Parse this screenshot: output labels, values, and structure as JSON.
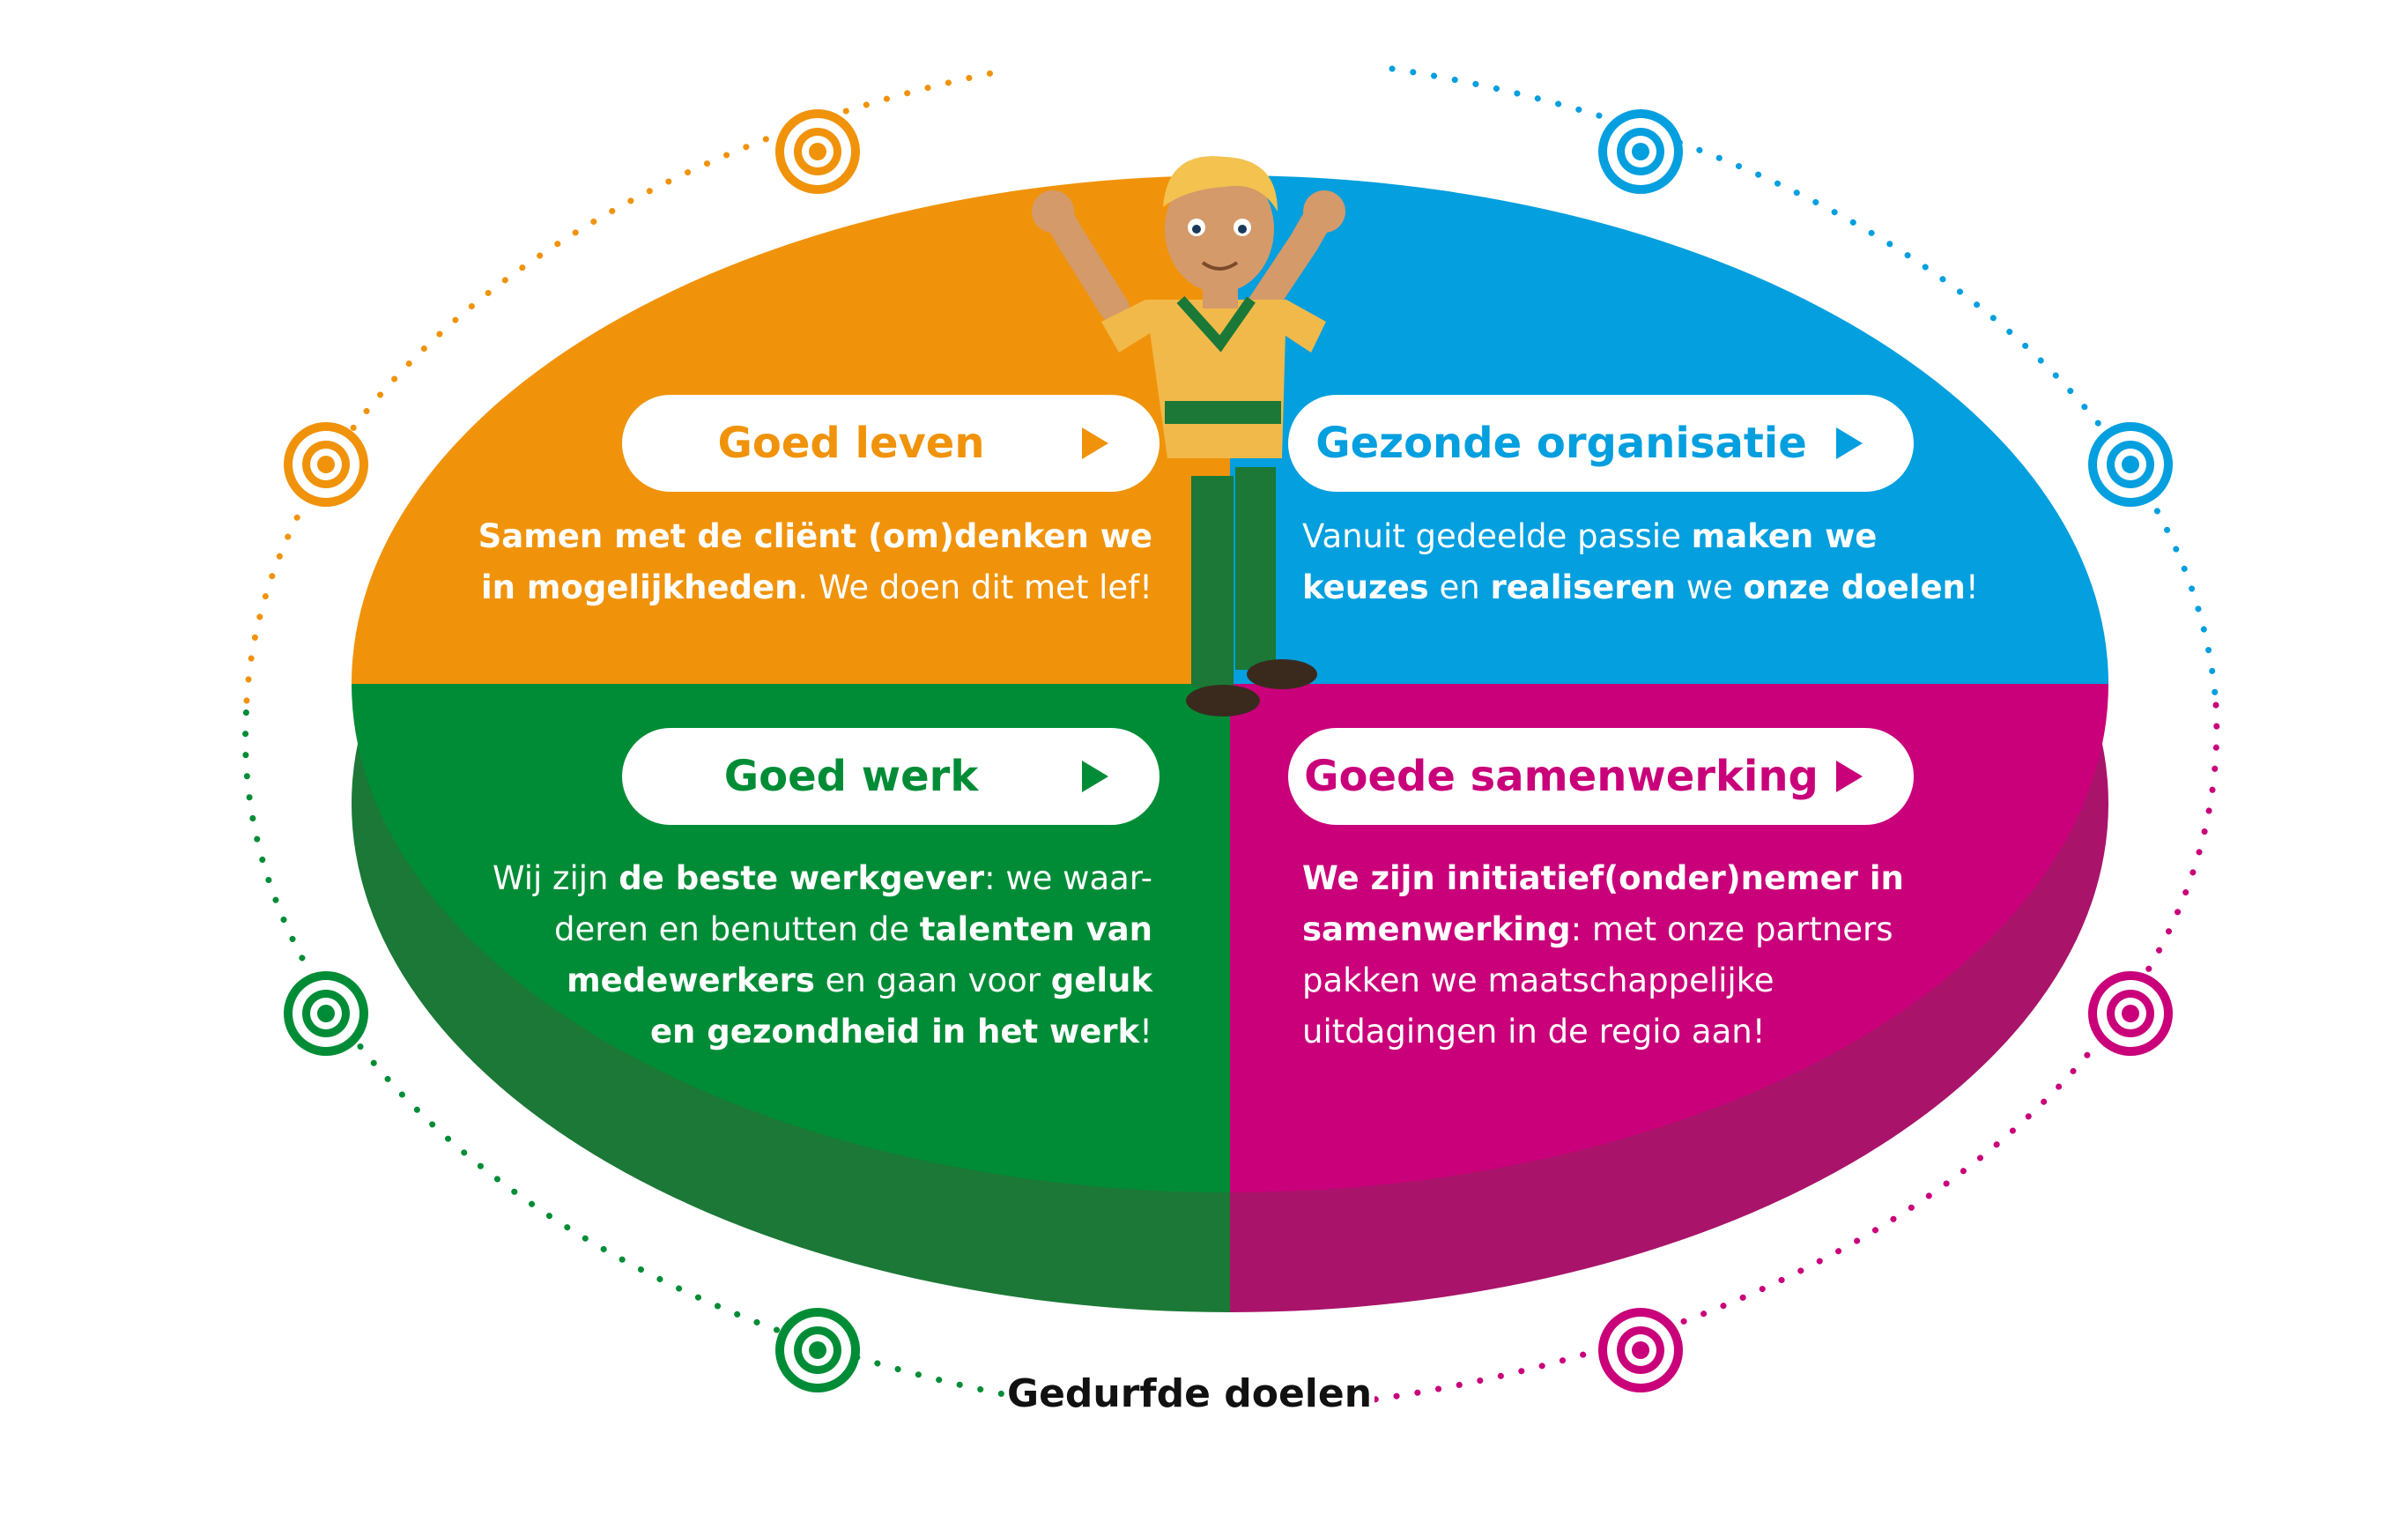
{
  "colors": {
    "orange": "#F0930B",
    "blue": "#039FDF",
    "green": "#008C36",
    "green_dark": "#1B7836",
    "magenta": "#C9007A",
    "magenta_dark": "#A9146A"
  },
  "quadrants": {
    "goed_leven": {
      "title": "Goed leven",
      "lines": [
        [
          {
            "t": "Samen met de cliënt (om)denken we",
            "b": true
          }
        ],
        [
          {
            "t": "in mogelijkheden",
            "b": true
          },
          {
            "t": ". We doen dit met lef!",
            "b": false
          }
        ]
      ]
    },
    "gezonde_organisatie": {
      "title": "Gezonde organisatie",
      "lines": [
        [
          {
            "t": "Vanuit gedeelde passie ",
            "b": false
          },
          {
            "t": "maken we",
            "b": true
          }
        ],
        [
          {
            "t": "keuzes",
            "b": true
          },
          {
            "t": " en ",
            "b": false
          },
          {
            "t": "realiseren",
            "b": true
          },
          {
            "t": " we ",
            "b": false
          },
          {
            "t": "onze doelen",
            "b": true
          },
          {
            "t": "!",
            "b": false
          }
        ]
      ]
    },
    "goed_werk": {
      "title": "Goed werk",
      "lines": [
        [
          {
            "t": "Wij zijn ",
            "b": false
          },
          {
            "t": "de beste werkgever",
            "b": true
          },
          {
            "t": ": we waar-",
            "b": false
          }
        ],
        [
          {
            "t": "deren en benutten de ",
            "b": false
          },
          {
            "t": "talenten van",
            "b": true
          }
        ],
        [
          {
            "t": "medewerkers",
            "b": true
          },
          {
            "t": " en gaan voor ",
            "b": false
          },
          {
            "t": "geluk",
            "b": true
          }
        ],
        [
          {
            "t": "en gezondheid in het werk",
            "b": true
          },
          {
            "t": "!",
            "b": false
          }
        ]
      ]
    },
    "goede_samenwerking": {
      "title": "Goede samenwerking",
      "lines": [
        [
          {
            "t": "We zijn initiatief(onder)nemer in",
            "b": true
          }
        ],
        [
          {
            "t": "samenwerking",
            "b": true
          },
          {
            "t": ": met onze partners",
            "b": false
          }
        ],
        [
          {
            "t": "pakken we maatschappelijke",
            "b": false
          }
        ],
        [
          {
            "t": "uitdagingen in de regio aan!",
            "b": false
          }
        ]
      ]
    }
  },
  "footer": {
    "label": "Gedurfde doelen"
  },
  "targets": [
    {
      "name": "target-icon-orange-top",
      "color": "orange"
    },
    {
      "name": "target-icon-orange-left",
      "color": "orange"
    },
    {
      "name": "target-icon-blue-top",
      "color": "blue"
    },
    {
      "name": "target-icon-blue-right",
      "color": "blue"
    },
    {
      "name": "target-icon-green-left",
      "color": "green"
    },
    {
      "name": "target-icon-green-bottom",
      "color": "green"
    },
    {
      "name": "target-icon-magenta-right",
      "color": "magenta"
    },
    {
      "name": "target-icon-magenta-bottom",
      "color": "magenta"
    }
  ]
}
